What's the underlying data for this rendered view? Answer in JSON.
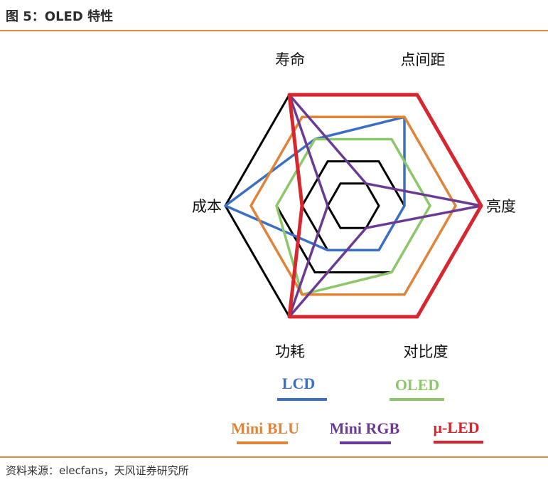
{
  "figure": {
    "title": "图 5：OLED 特性",
    "source": "资料来源：elecfans，天风证券研究所"
  },
  "chart_data": {
    "type": "radar",
    "axes": [
      "点间距",
      "亮度",
      "对比度",
      "功耗",
      "成本",
      "寿命"
    ],
    "rings": 5,
    "series": [
      {
        "name": "LCD",
        "color": "#3b6fc4",
        "values": [
          4,
          2,
          2,
          2,
          5,
          3
        ]
      },
      {
        "name": "OLED",
        "color": "#8cc86a",
        "values": [
          3,
          3,
          3,
          4,
          3,
          3
        ]
      },
      {
        "name": "Mini BLU",
        "color": "#e0843a",
        "values": [
          4,
          4,
          4,
          4,
          4,
          4
        ]
      },
      {
        "name": "Mini RGB",
        "color": "#6b3b94",
        "values": [
          1,
          5,
          1,
          5,
          1,
          5
        ]
      },
      {
        "name": "μ-LED",
        "color": "#d8262e",
        "values": [
          5,
          5,
          5,
          5,
          2,
          5
        ]
      }
    ]
  }
}
